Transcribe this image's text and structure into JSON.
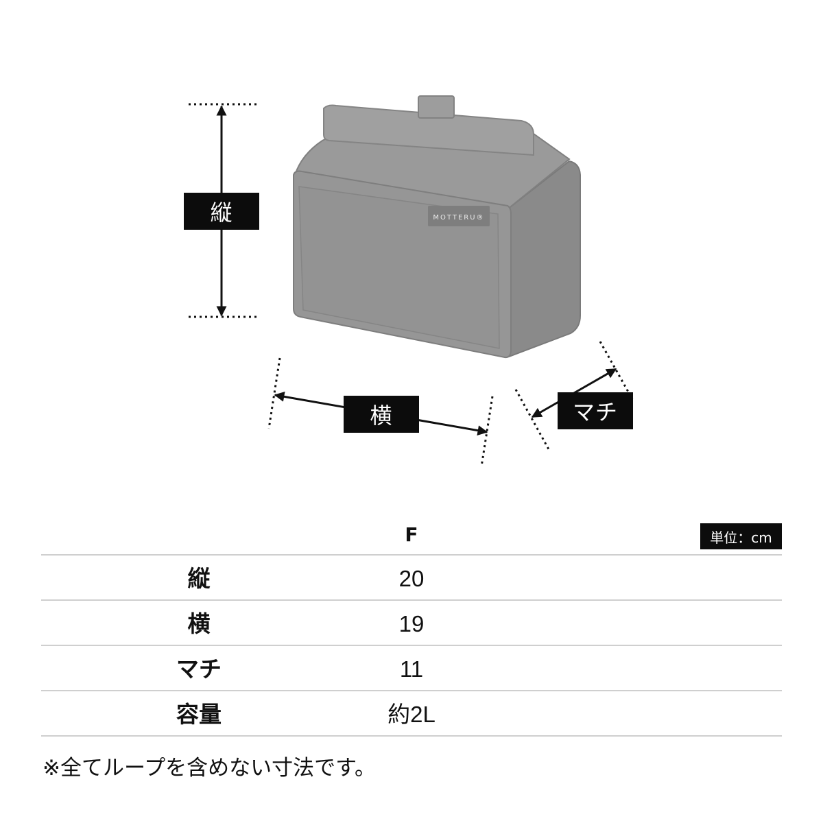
{
  "diagram": {
    "product_brand": "MOTTERU®",
    "labels": {
      "height": "縦",
      "width": "横",
      "depth": "マチ"
    }
  },
  "table": {
    "unit": "単位：cm",
    "column_header": "F",
    "rows": [
      {
        "label": "縦",
        "value": "20"
      },
      {
        "label": "横",
        "value": "19"
      },
      {
        "label": "マチ",
        "value": "11"
      },
      {
        "label": "容量",
        "value": "約2L"
      }
    ]
  },
  "footnote": "※全てループを含めない寸法です。",
  "colors": {
    "bag_body": "#8f8f8f",
    "bag_highlight": "#a4a4a4",
    "label_bg": "#0c0c0c",
    "rule": "#cfcfcf"
  }
}
